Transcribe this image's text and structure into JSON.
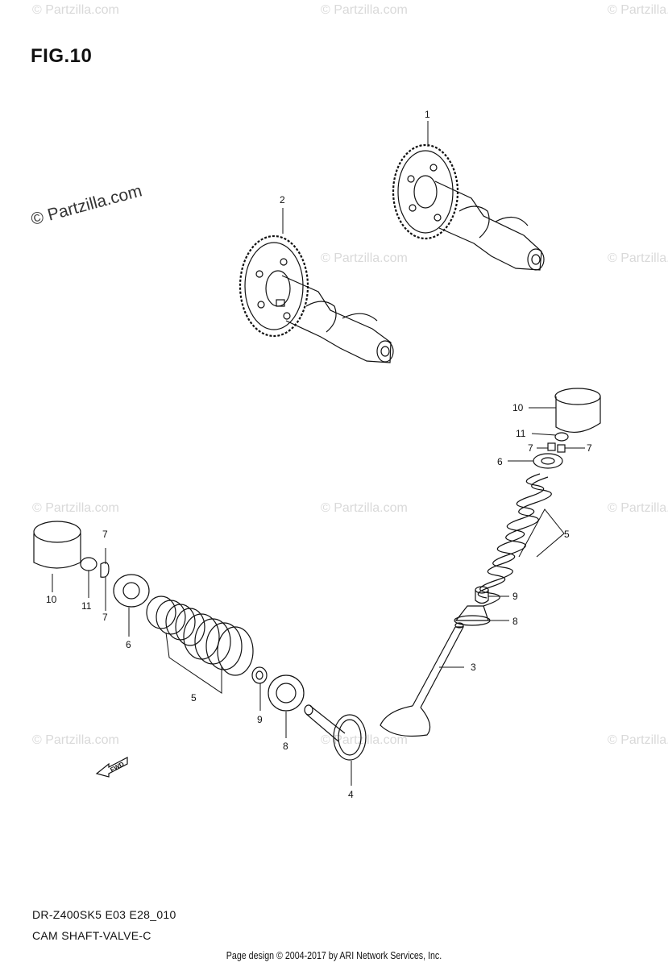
{
  "figure": {
    "title": "FIG.10"
  },
  "watermark": {
    "text": "© Partzilla.com"
  },
  "footer": {
    "model_code": "DR-Z400SK5  E03  E28_010",
    "section_name": "CAM SHAFT-VALVE-C",
    "credit": "Page design © 2004-2017 by ARI Network Services, Inc."
  },
  "fwd_label": "FWD",
  "callouts": {
    "c1": "1",
    "c2": "2",
    "c3": "3",
    "c4": "4",
    "c5a": "5",
    "c5b": "5",
    "c6a": "6",
    "c6b": "6",
    "c7a": "7",
    "c7b": "7",
    "c7c": "7",
    "c7d": "7",
    "c8a": "8",
    "c8b": "8",
    "c9a": "9",
    "c9b": "9",
    "c10a": "10",
    "c10b": "10",
    "c11a": "11",
    "c11b": "11"
  }
}
